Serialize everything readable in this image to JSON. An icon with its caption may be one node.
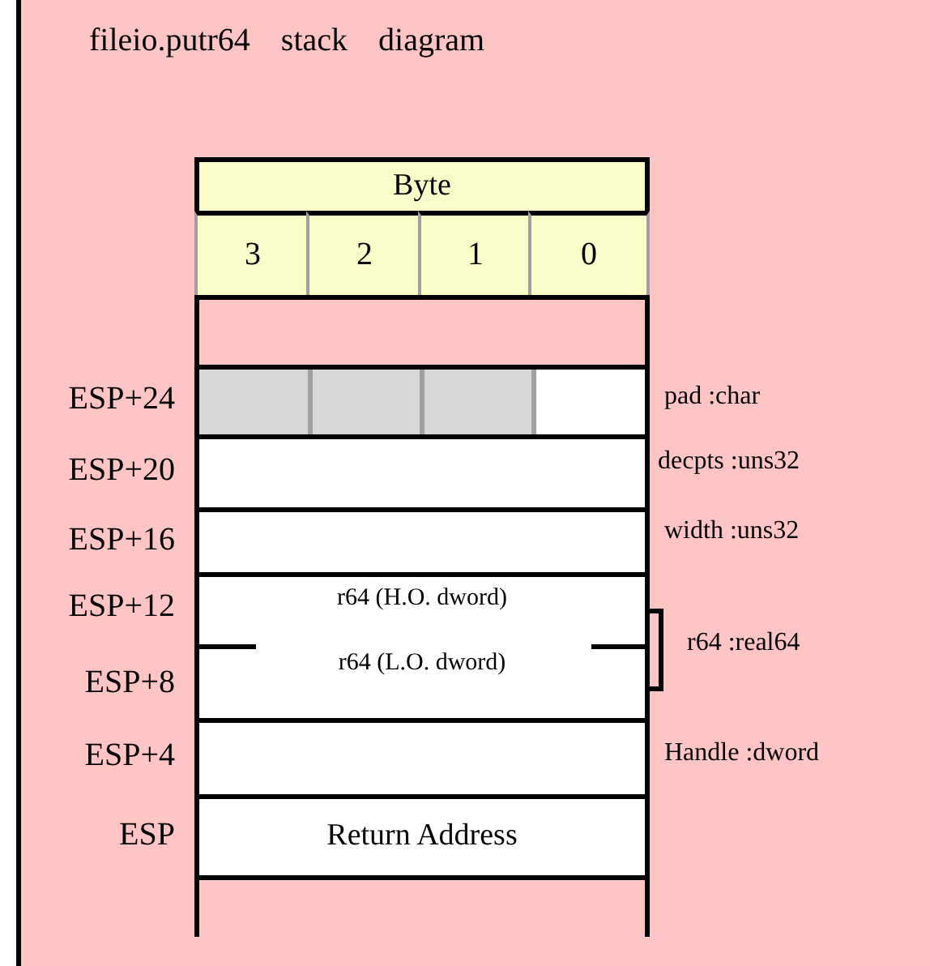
{
  "diagram": {
    "title": "fileio.putr64 stack diagram",
    "nodes": [
      {
        "text": [
          "Byte"
        ]
      },
      {
        "text": [
          "3"
        ]
      },
      {
        "text": [
          "2"
        ]
      },
      {
        "text": [
          "1"
        ]
      },
      {
        "text": [
          "0"
        ]
      },
      {
        "text": [],
        "shape": "box"
      },
      {
        "text": [],
        "shape": "box",
        "beside": [
          "ESP+24",
          "pad :char"
        ]
      },
      {
        "text": [],
        "shape": "box",
        "in": 6
      },
      {
        "text": [],
        "shape": "box",
        "in": 6
      },
      {
        "text": [],
        "shape": "box",
        "in": 6
      },
      {
        "text": [],
        "shape": "box",
        "in": 6
      },
      {
        "text": [],
        "shape": "box",
        "beside": [
          "ESP+20",
          "decpts :uns32"
        ]
      },
      {
        "text": [],
        "shape": "box",
        "beside": [
          "ESP+16",
          "width :uns32"
        ]
      },
      {
        "text": [
          "r64 (H.O. dword)",
          "r64 (L.O. dword)"
        ],
        "beside": [
          "ESP+12",
          "ESP+8",
          "r64 :real64"
        ]
      },
      {
        "text": [],
        "shape": "box",
        "beside": [
          "ESP+4",
          "Handle :dword"
        ]
      },
      {
        "text": [
          "Return Address"
        ],
        "beside": [
          "ESP"
        ]
      }
    ]
  }
}
